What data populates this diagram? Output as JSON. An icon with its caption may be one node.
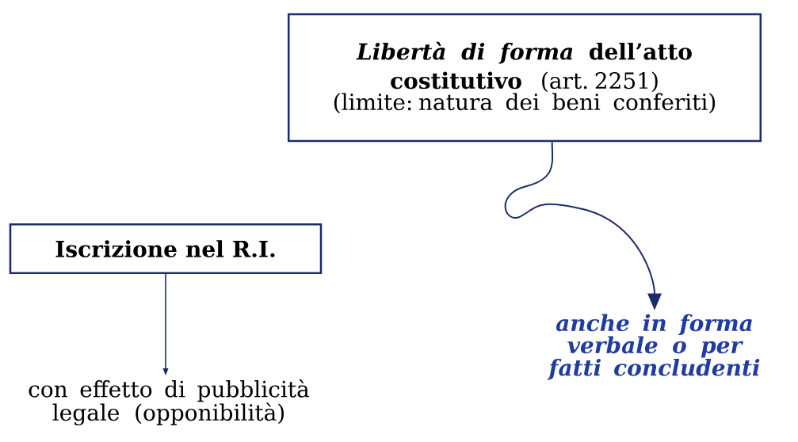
{
  "diagram": {
    "nodes": [
      {
        "text": [
          "*Libertà di forma* **dell’atto costitutivo** (art. 2251)",
          "(limite: natura dei beni conferiti)"
        ]
      },
      {
        "text": [
          "Iscrizione nel R.I."
        ]
      },
      {
        "text": [
          "con effetto di pubblicità legale (opponibilità)"
        ]
      },
      {
        "text": [
          "anche in forma verbale o per fatti concludenti"
        ]
      }
    ],
    "edges": [
      {
        "from": 0,
        "to": 3,
        "arrow": "to"
      },
      {
        "from": 1,
        "to": 2,
        "arrow": "to"
      }
    ]
  }
}
